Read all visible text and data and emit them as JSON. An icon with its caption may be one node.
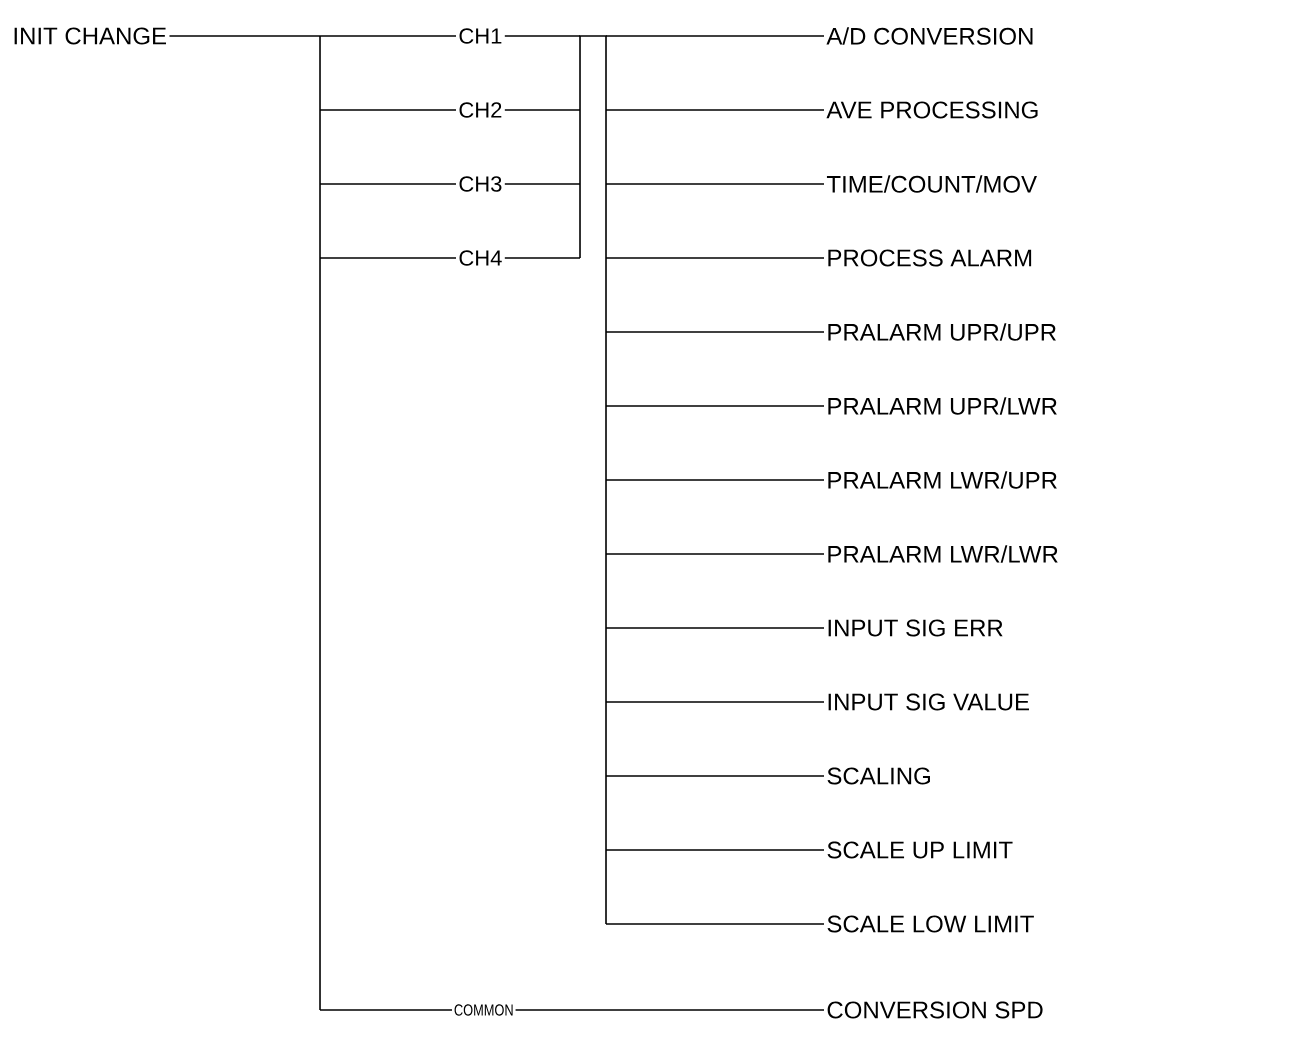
{
  "diagram": {
    "nodes": [
      {
        "text": [
          "INIT CHANGE"
        ]
      },
      {
        "text": [
          "CH1"
        ]
      },
      {
        "text": [
          "CH2"
        ]
      },
      {
        "text": [
          "CH3"
        ]
      },
      {
        "text": [
          "CH4"
        ]
      },
      {
        "text": [
          "COMMON"
        ]
      },
      {
        "text": [
          "A/D CONVERSION"
        ]
      },
      {
        "text": [
          "AVE PROCESSING"
        ]
      },
      {
        "text": [
          "TIME/COUNT/MOV"
        ]
      },
      {
        "text": [
          "PROCESS ALARM"
        ]
      },
      {
        "text": [
          "PRALARM UPR/UPR"
        ]
      },
      {
        "text": [
          "PRALARM UPR/LWR"
        ]
      },
      {
        "text": [
          "PRALARM LWR/UPR"
        ]
      },
      {
        "text": [
          "PRALARM LWR/LWR"
        ]
      },
      {
        "text": [
          "INPUT SIG ERR"
        ]
      },
      {
        "text": [
          "INPUT SIG VALUE"
        ]
      },
      {
        "text": [
          "SCALING"
        ]
      },
      {
        "text": [
          "SCALE UP LIMIT"
        ]
      },
      {
        "text": [
          "SCALE LOW LIMIT"
        ]
      },
      {
        "text": [
          "CONVERSION SPD"
        ]
      }
    ],
    "edges": [
      {
        "from": 0,
        "to": 1,
        "arrow": "none"
      },
      {
        "from": 0,
        "to": 2,
        "arrow": "none"
      },
      {
        "from": 0,
        "to": 3,
        "arrow": "none"
      },
      {
        "from": 0,
        "to": 4,
        "arrow": "none"
      },
      {
        "from": 0,
        "to": 5,
        "arrow": "none"
      },
      {
        "from": 1,
        "to": 6,
        "arrow": "none"
      },
      {
        "from": 1,
        "to": 7,
        "arrow": "none"
      },
      {
        "from": 1,
        "to": 8,
        "arrow": "none"
      },
      {
        "from": 1,
        "to": 9,
        "arrow": "none"
      },
      {
        "from": 1,
        "to": 10,
        "arrow": "none"
      },
      {
        "from": 1,
        "to": 11,
        "arrow": "none"
      },
      {
        "from": 1,
        "to": 12,
        "arrow": "none"
      },
      {
        "from": 1,
        "to": 13,
        "arrow": "none"
      },
      {
        "from": 1,
        "to": 14,
        "arrow": "none"
      },
      {
        "from": 1,
        "to": 15,
        "arrow": "none"
      },
      {
        "from": 1,
        "to": 16,
        "arrow": "none"
      },
      {
        "from": 1,
        "to": 17,
        "arrow": "none"
      },
      {
        "from": 1,
        "to": 18,
        "arrow": "none"
      },
      {
        "from": 2,
        "to": 6,
        "arrow": "none"
      },
      {
        "from": 2,
        "to": 7,
        "arrow": "none"
      },
      {
        "from": 2,
        "to": 8,
        "arrow": "none"
      },
      {
        "from": 2,
        "to": 9,
        "arrow": "none"
      },
      {
        "from": 2,
        "to": 10,
        "arrow": "none"
      },
      {
        "from": 2,
        "to": 11,
        "arrow": "none"
      },
      {
        "from": 2,
        "to": 12,
        "arrow": "none"
      },
      {
        "from": 2,
        "to": 13,
        "arrow": "none"
      },
      {
        "from": 2,
        "to": 14,
        "arrow": "none"
      },
      {
        "from": 2,
        "to": 15,
        "arrow": "none"
      },
      {
        "from": 2,
        "to": 16,
        "arrow": "none"
      },
      {
        "from": 2,
        "to": 17,
        "arrow": "none"
      },
      {
        "from": 2,
        "to": 18,
        "arrow": "none"
      },
      {
        "from": 3,
        "to": 6,
        "arrow": "none"
      },
      {
        "from": 3,
        "to": 7,
        "arrow": "none"
      },
      {
        "from": 3,
        "to": 8,
        "arrow": "none"
      },
      {
        "from": 3,
        "to": 9,
        "arrow": "none"
      },
      {
        "from": 3,
        "to": 10,
        "arrow": "none"
      },
      {
        "from": 3,
        "to": 11,
        "arrow": "none"
      },
      {
        "from": 3,
        "to": 12,
        "arrow": "none"
      },
      {
        "from": 3,
        "to": 13,
        "arrow": "none"
      },
      {
        "from": 3,
        "to": 14,
        "arrow": "none"
      },
      {
        "from": 3,
        "to": 15,
        "arrow": "none"
      },
      {
        "from": 3,
        "to": 16,
        "arrow": "none"
      },
      {
        "from": 3,
        "to": 17,
        "arrow": "none"
      },
      {
        "from": 3,
        "to": 18,
        "arrow": "none"
      },
      {
        "from": 4,
        "to": 6,
        "arrow": "none"
      },
      {
        "from": 4,
        "to": 7,
        "arrow": "none"
      },
      {
        "from": 4,
        "to": 8,
        "arrow": "none"
      },
      {
        "from": 4,
        "to": 9,
        "arrow": "none"
      },
      {
        "from": 4,
        "to": 10,
        "arrow": "none"
      },
      {
        "from": 4,
        "to": 11,
        "arrow": "none"
      },
      {
        "from": 4,
        "to": 12,
        "arrow": "none"
      },
      {
        "from": 4,
        "to": 13,
        "arrow": "none"
      },
      {
        "from": 4,
        "to": 14,
        "arrow": "none"
      },
      {
        "from": 4,
        "to": 15,
        "arrow": "none"
      },
      {
        "from": 4,
        "to": 16,
        "arrow": "none"
      },
      {
        "from": 4,
        "to": 17,
        "arrow": "none"
      },
      {
        "from": 4,
        "to": 18,
        "arrow": "none"
      },
      {
        "from": 5,
        "to": 19,
        "arrow": "none"
      }
    ]
  }
}
